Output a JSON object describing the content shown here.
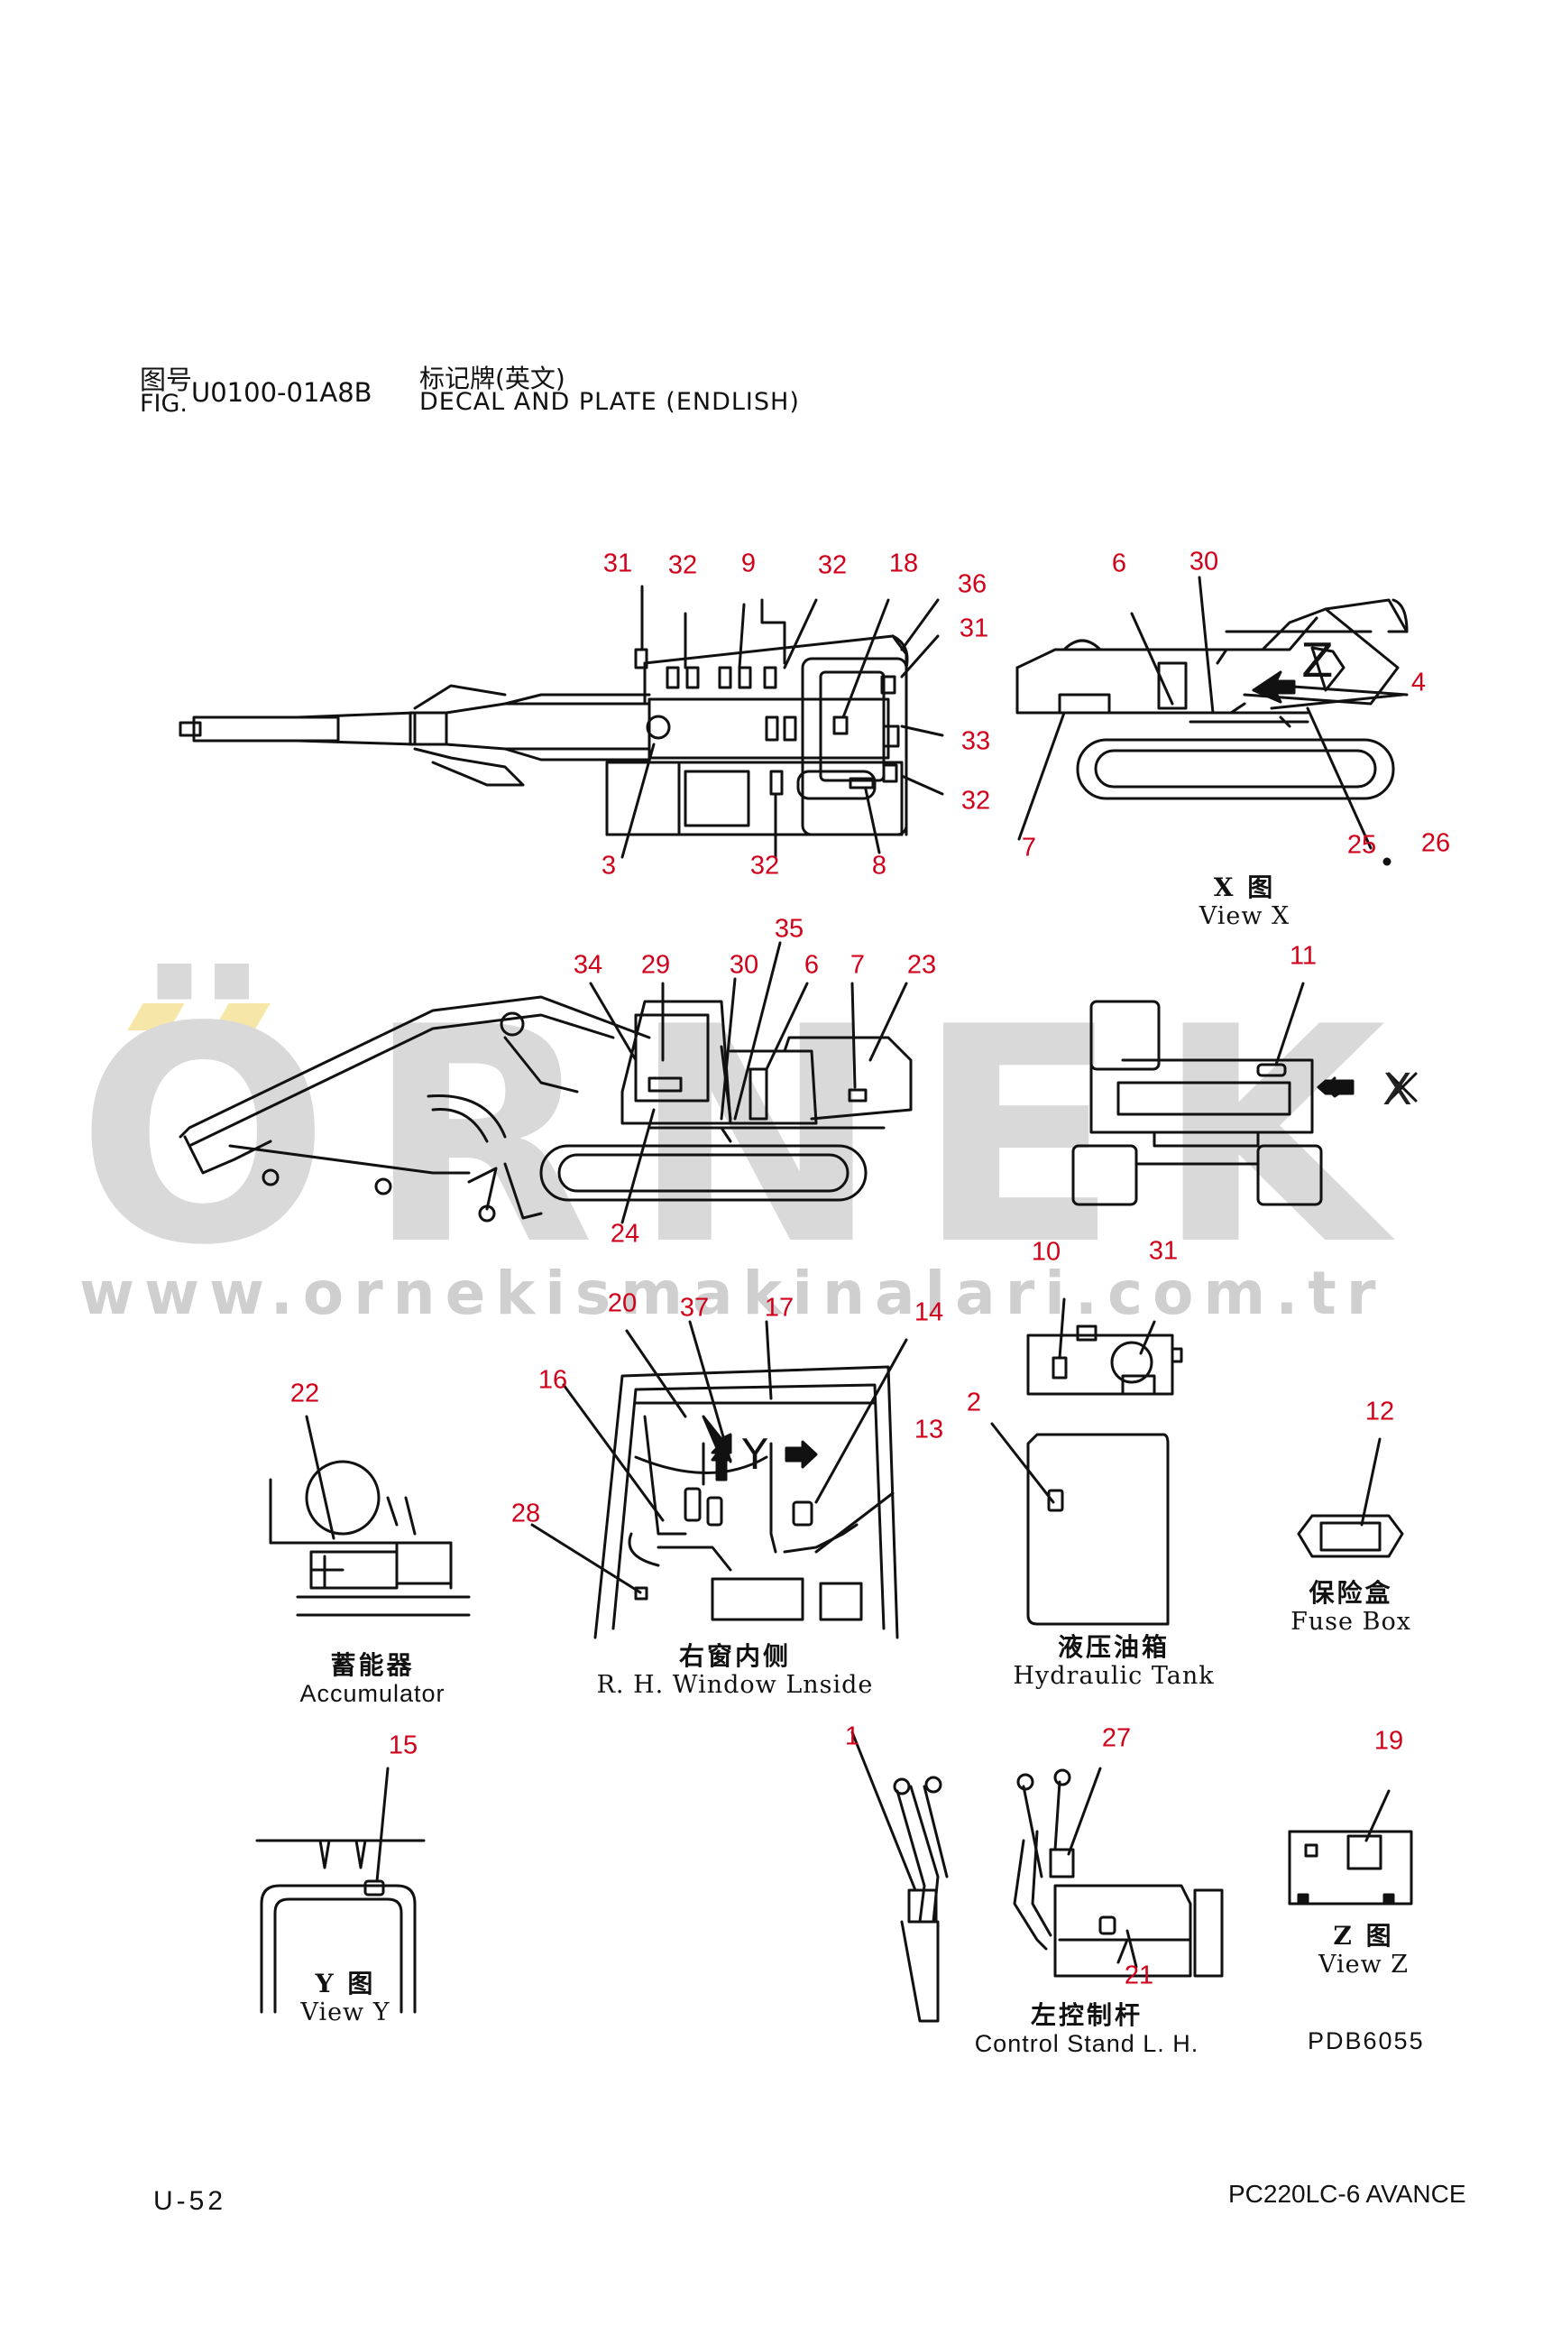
{
  "header": {
    "fig_cn": "图号",
    "fig_en": "FIG.",
    "fig_no": "U0100-01A8B",
    "title_cn": "标记牌(英文)",
    "title_en": "DECAL AND PLATE (ENDLISH)"
  },
  "watermark": {
    "brand": "ÖRNEK",
    "url": "www.ornekismakinalari.com.tr"
  },
  "callouts": [
    "31",
    "32",
    "9",
    "32",
    "18",
    "36",
    "31",
    "33",
    "32",
    "32",
    "3",
    "8",
    "6",
    "30",
    "4",
    "7",
    "25",
    "26",
    "35",
    "34",
    "29",
    "30",
    "6",
    "7",
    "23",
    "24",
    "11",
    "20",
    "37",
    "17",
    "14",
    "16",
    "13",
    "28",
    "22",
    "10",
    "31",
    "2",
    "12",
    "15",
    "1",
    "27",
    "21",
    "19"
  ],
  "captions": {
    "view_x": {
      "cn": "X 图",
      "en": "View X"
    },
    "view_y": {
      "cn": "Y 图",
      "en": "View Y"
    },
    "view_z": {
      "cn": "Z 图",
      "en": "View Z"
    },
    "accumulator": {
      "cn": "蓄能器",
      "en": "Accumulator"
    },
    "rh_window": {
      "cn": "右窗内侧",
      "en": "R. H. Window Lnside"
    },
    "hydraulic_tank": {
      "cn": "液压油箱",
      "en": "Hydraulic Tank"
    },
    "fuse_box": {
      "cn": "保险盒",
      "en": "Fuse Box"
    },
    "control_stand": {
      "cn": "左控制杆",
      "en": "Control Stand L. H."
    }
  },
  "view_letters": {
    "x": "X",
    "y": "Y",
    "z": "Z"
  },
  "drawing_code": "PDB6055",
  "footer": {
    "page": "U-52",
    "model": "PC220LC-6 AVANCE"
  },
  "colors": {
    "callout": "#d0021b",
    "line": "#111111",
    "watermark": "#d9d9d9",
    "watermark_accent": "#f6e7a8"
  }
}
